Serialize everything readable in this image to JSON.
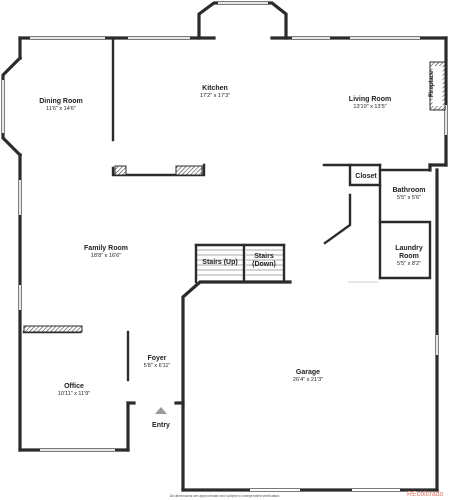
{
  "rooms": {
    "dining_room": {
      "name": "Dining Room",
      "dims": "11'6\" x 14'6\""
    },
    "kitchen": {
      "name": "Kitchen",
      "dims": "17'2\" x 17'3\""
    },
    "living_room": {
      "name": "Living Room",
      "dims": "13'10\" x 13'5\""
    },
    "family_room": {
      "name": "Family Room",
      "dims": "18'8\" x 16'6\""
    },
    "bathroom": {
      "name": "Bathroom",
      "dims": "5'5\" x 5'6\""
    },
    "laundry_room": {
      "name_line1": "Laundry",
      "name_line2": "Room",
      "dims": "5'5\" x 8'2\""
    },
    "foyer": {
      "name": "Foyer",
      "dims": "5'8\" x 6'11\""
    },
    "garage": {
      "name": "Garage",
      "dims": "26'4\" x 21'3\""
    },
    "office": {
      "name": "Office",
      "dims": "10'11\" x 11'9\""
    }
  },
  "labels": {
    "fireplace": "Fireplace",
    "closet": "Closet",
    "stairs_up": "Stairs (Up)",
    "stairs_down_line1": "Stairs",
    "stairs_down_line2": "(Down)",
    "entry": "Entry"
  },
  "footer": {
    "disclaimer": "All dimensions are approximate and subject to independent verification.",
    "brand": "REcolorado"
  },
  "colors": {
    "wall": "#2b2b2b",
    "window": "#ffffff",
    "hatch": "#555555",
    "entry_arrow": "#9a9a9a",
    "brand": "#e07b6a"
  }
}
